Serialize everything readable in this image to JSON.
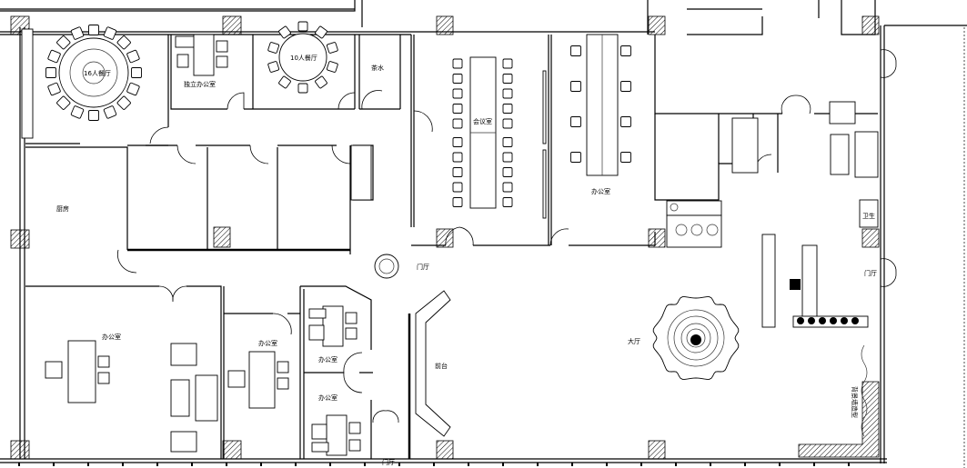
{
  "drawing": {
    "title": "Office floor plan",
    "rooms": {
      "dining_16": "16人餐厅",
      "private_office": "独立办公室",
      "dining_10": "10人餐厅",
      "pantry": "茶水",
      "kitchen": "厨房",
      "meeting_room": "会议室",
      "open_office": "办公室",
      "office_large": "办公室",
      "office_mid": "办公室",
      "office_upper": "办公室",
      "office_lower": "办公室",
      "foyer": "门厅",
      "reception": "前台",
      "lobby": "大厅",
      "entrance_right": "门厅",
      "restroom": "卫生",
      "wall_feature": "背景墙造型",
      "entrance_bottom": "门厅"
    },
    "colors": {
      "line": "#000000",
      "hatch": "#000000",
      "background": "#ffffff"
    }
  }
}
